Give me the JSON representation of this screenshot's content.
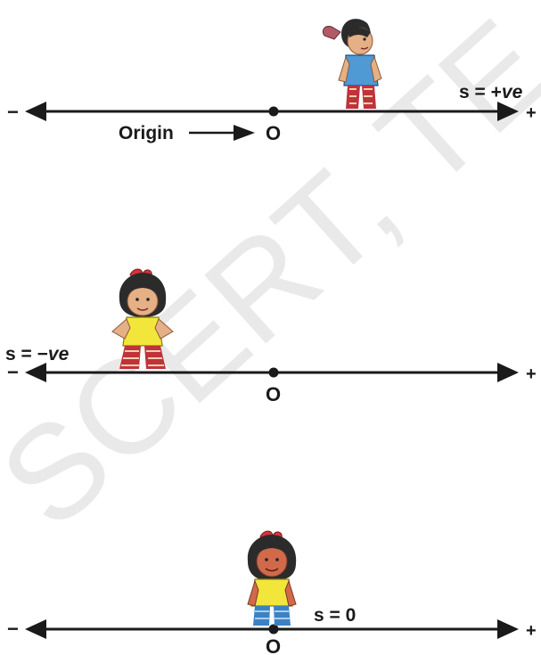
{
  "watermark": "SCERT, TE",
  "panels": [
    {
      "left_sign": "−",
      "right_sign": "+",
      "origin_label": "O",
      "origin_pointer_text": "Origin",
      "displacement_prefix": "s = ",
      "displacement_sign": "+",
      "displacement_suffix": "ve",
      "figure": "girl-blue-shirt-right-of-origin"
    },
    {
      "left_sign": "−",
      "right_sign": "+",
      "origin_label": "O",
      "displacement_prefix": "s = ",
      "displacement_sign": "−",
      "displacement_suffix": "ve",
      "figure": "girl-yellow-shirt-left-of-origin"
    },
    {
      "left_sign": "−",
      "right_sign": "+",
      "origin_label": "O",
      "displacement_text": "s = 0",
      "figure": "girl-yellow-shirt-at-origin"
    }
  ]
}
